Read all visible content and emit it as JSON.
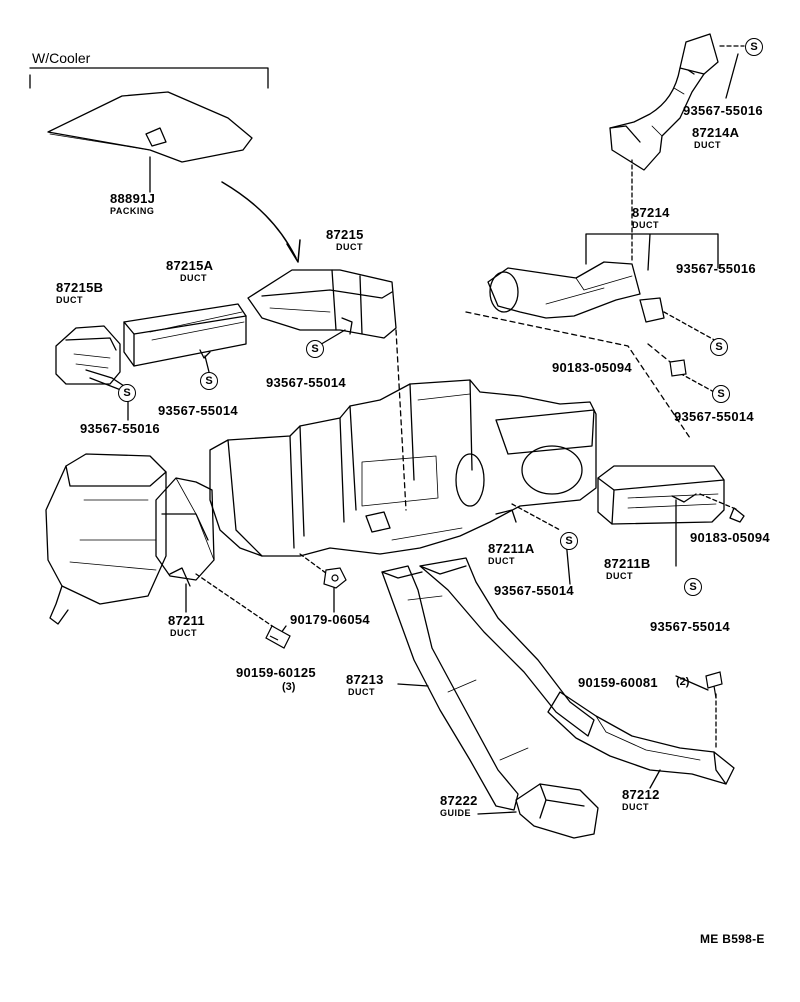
{
  "header": {
    "title": "W/Cooler"
  },
  "parts": {
    "p88891j": {
      "number": "88891J",
      "name": "PACKING"
    },
    "p87215": {
      "number": "87215",
      "name": "DUCT"
    },
    "p87215a": {
      "number": "87215A",
      "name": "DUCT"
    },
    "p87215b": {
      "number": "87215B",
      "name": "DUCT"
    },
    "p87214a": {
      "number": "87214A",
      "name": "DUCT"
    },
    "p87214": {
      "number": "87214",
      "name": "DUCT"
    },
    "p87211": {
      "number": "87211",
      "name": "DUCT"
    },
    "p87211a": {
      "number": "87211A",
      "name": "DUCT"
    },
    "p87211b": {
      "number": "87211B",
      "name": "DUCT"
    },
    "p87213": {
      "number": "87213",
      "name": "DUCT"
    },
    "p87212": {
      "number": "87212",
      "name": "DUCT"
    },
    "p87222": {
      "number": "87222",
      "name": "GUIDE"
    }
  },
  "fasteners": {
    "f55016_top": {
      "number": "93567-55016"
    },
    "f55016_mid": {
      "number": "93567-55016"
    },
    "f55016_left": {
      "number": "93567-55016"
    },
    "f55014_a": {
      "number": "93567-55014"
    },
    "f55014_b": {
      "number": "93567-55014"
    },
    "f55014_c": {
      "number": "93567-55014"
    },
    "f55014_d": {
      "number": "93567-55014"
    },
    "f55014_e": {
      "number": "93567-55014"
    },
    "f05094_a": {
      "number": "90183-05094"
    },
    "f05094_b": {
      "number": "90183-05094"
    },
    "f06054": {
      "number": "90179-06054"
    },
    "f60125": {
      "number": "90159-60125",
      "qty": "(3)"
    },
    "f60081": {
      "number": "90159-60081",
      "qty": "(2)"
    }
  },
  "symbol": {
    "label": "S"
  },
  "footer": {
    "ref_code": "ME B598-E"
  }
}
